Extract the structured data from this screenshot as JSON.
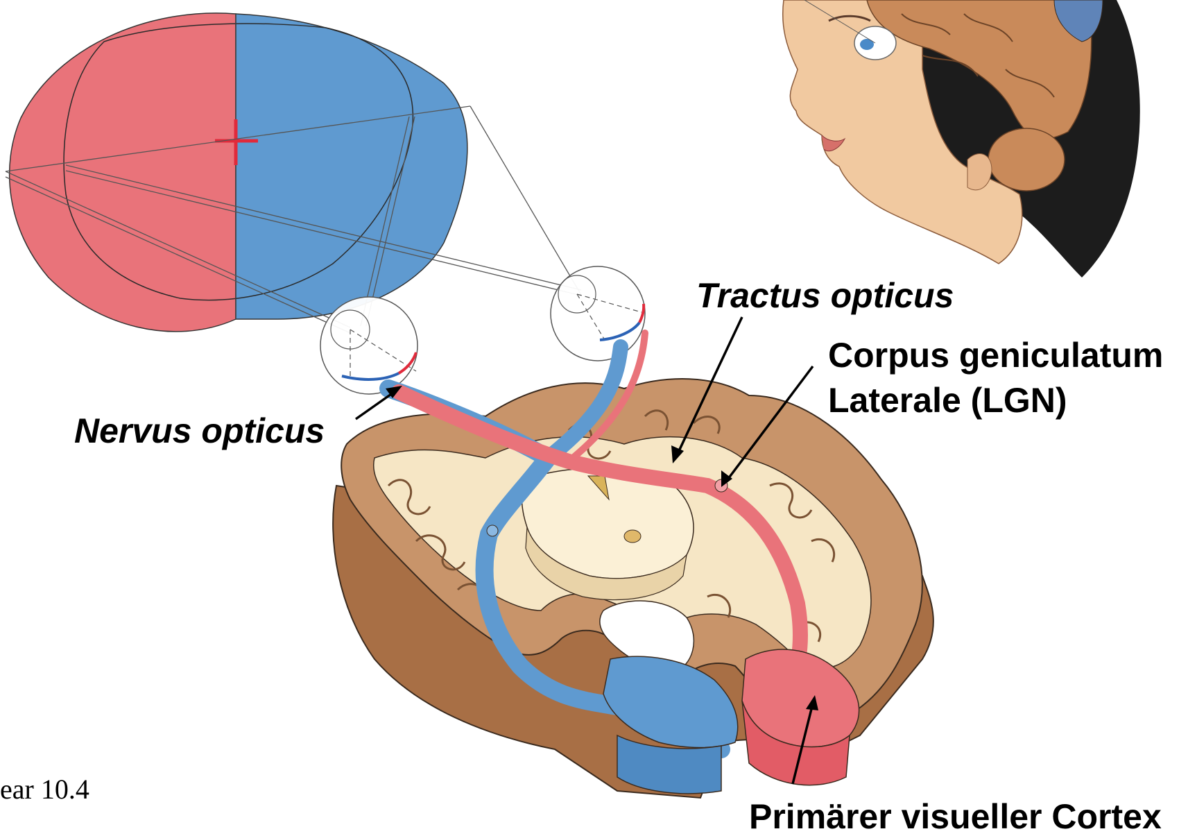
{
  "labels": {
    "tractus_opticus": "Tractus opticus",
    "corpus_geniculatum_line1": "Corpus geniculatum",
    "corpus_geniculatum_line2": "Laterale (LGN)",
    "nervus_opticus": "Nervus opticus",
    "primary_visual_cortex": "Primärer visueller Cortex",
    "source": "ear 10.4"
  },
  "colors": {
    "left_field": "#e9737a",
    "right_field": "#5f9ad0",
    "brain_tissue": "#c8946a",
    "white_matter": "#f6e6c5",
    "skin": "#f1c9a0",
    "hair": "#1c1c1c"
  },
  "icons": [
    "head-profile-illustration",
    "eye-icon",
    "brain-section-illustration"
  ]
}
